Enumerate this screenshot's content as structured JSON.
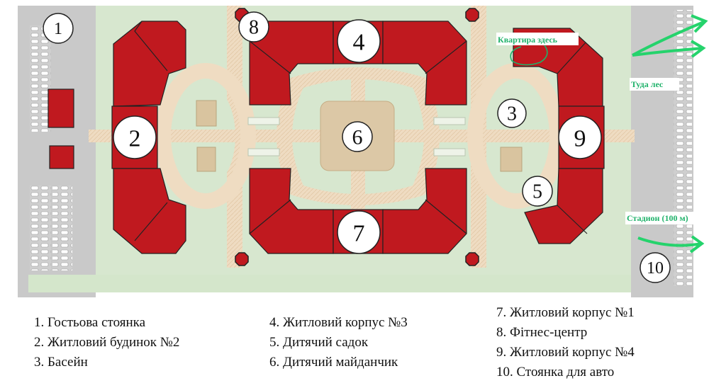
{
  "plan": {
    "markers": [
      "1",
      "2",
      "3",
      "4",
      "5",
      "6",
      "7",
      "8",
      "9",
      "10"
    ],
    "annotations": {
      "apartment_here": "Квартира здесь",
      "to_forest": "Туда лес",
      "stadium": "Стадион (100 м)"
    },
    "colors": {
      "building": "#c0191f",
      "lawn": "#d7e7cf",
      "path": "#ecd9bd",
      "parking_lot": "#c9c9c9",
      "annotation": "#1fb26a"
    }
  },
  "legend": {
    "col1": [
      "1. Гостьова стоянка",
      "2. Житловий будинок №2",
      "3. Басейн"
    ],
    "col2": [
      "4. Житловий корпус №3",
      "5. Дитячий садок",
      "6. Дитячий майданчик"
    ],
    "col3": [
      "7. Житловий корпус №1",
      "8. Фітнес-центр",
      "9. Житловий корпус №4",
      "10. Стоянка для авто"
    ]
  }
}
